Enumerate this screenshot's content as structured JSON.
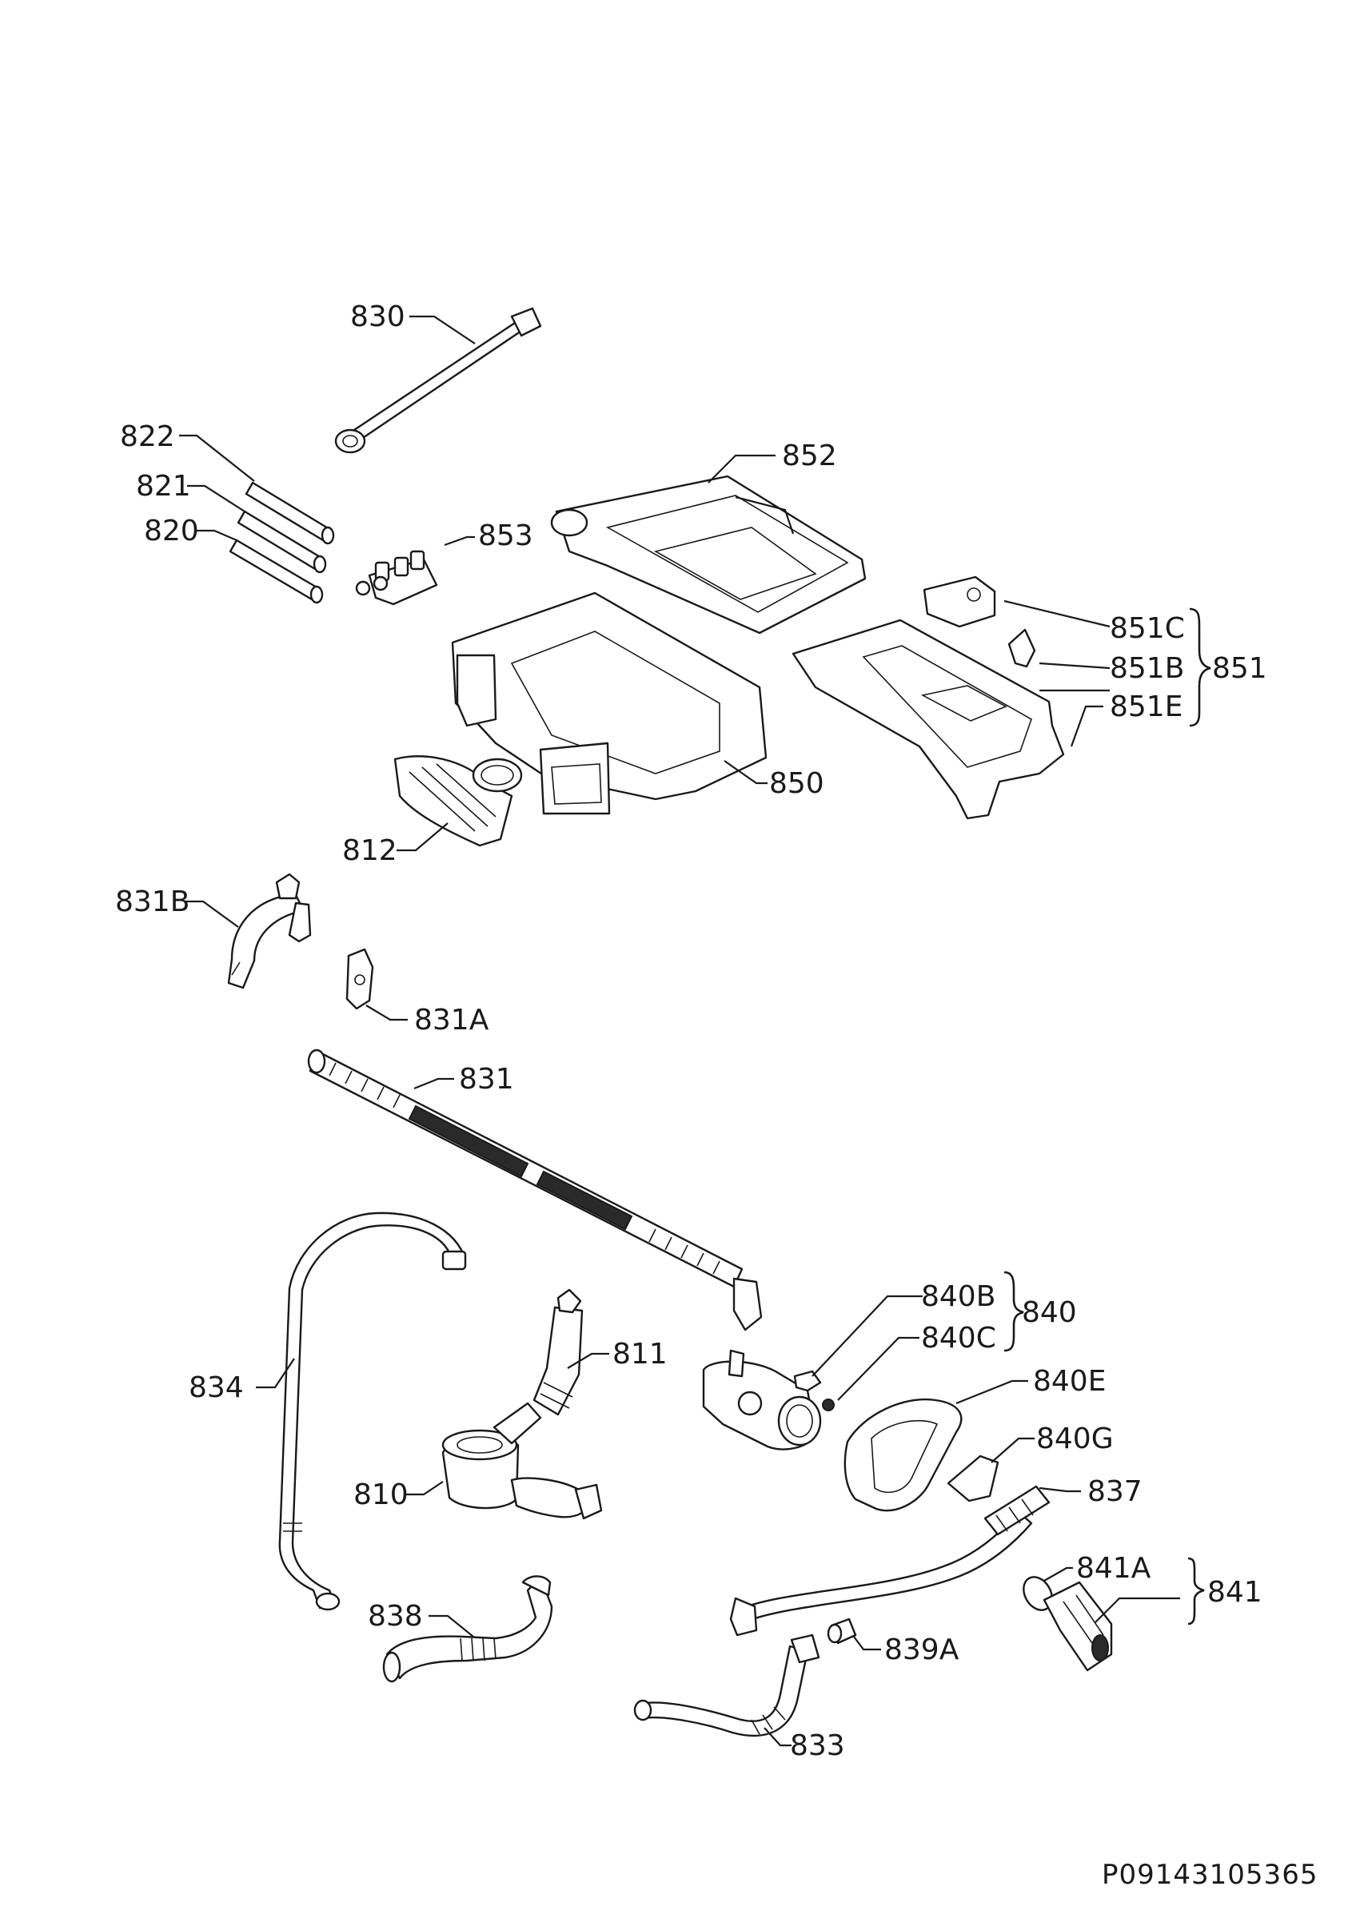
{
  "labels": {
    "l830": "830",
    "l822": "822",
    "l821": "821",
    "l820": "820",
    "l853": "853",
    "l852": "852",
    "l851C": "851C",
    "l851B": "851B",
    "l851E": "851E",
    "l851": "851",
    "l850": "850",
    "l812": "812",
    "l831B": "831B",
    "l831A": "831A",
    "l831": "831",
    "l840B": "840B",
    "l840C": "840C",
    "l840": "840",
    "l840E": "840E",
    "l840G": "840G",
    "l811": "811",
    "l834": "834",
    "l810": "810",
    "l837": "837",
    "l841A": "841A",
    "l841": "841",
    "l838": "838",
    "l839A": "839A",
    "l833": "833"
  },
  "document_id": "P09143105365"
}
